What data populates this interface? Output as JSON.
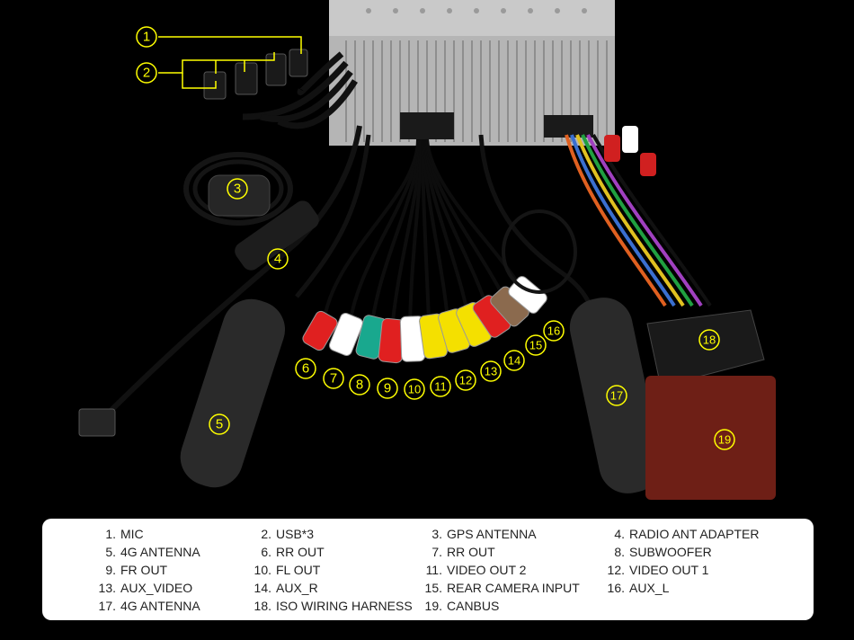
{
  "callouts": [
    "1",
    "2",
    "3",
    "4",
    "5",
    "6",
    "7",
    "8",
    "9",
    "10",
    "11",
    "12",
    "13",
    "14",
    "15",
    "16",
    "17",
    "18",
    "19"
  ],
  "legend": [
    {
      "num": "1.",
      "label": "MIC"
    },
    {
      "num": "2.",
      "label": "USB*3"
    },
    {
      "num": "3.",
      "label": "GPS ANTENNA"
    },
    {
      "num": "4.",
      "label": "RADIO ANT ADAPTER"
    },
    {
      "num": "5.",
      "label": "4G ANTENNA"
    },
    {
      "num": "6.",
      "label": "RR OUT"
    },
    {
      "num": "7.",
      "label": "RR OUT"
    },
    {
      "num": "8.",
      "label": "SUBWOOFER"
    },
    {
      "num": "9.",
      "label": "FR OUT"
    },
    {
      "num": "10.",
      "label": "FL OUT"
    },
    {
      "num": "11.",
      "label": "VIDEO OUT 2"
    },
    {
      "num": "12.",
      "label": "VIDEO OUT 1"
    },
    {
      "num": "13.",
      "label": "AUX_VIDEO"
    },
    {
      "num": "14.",
      "label": "AUX_R"
    },
    {
      "num": "15.",
      "label": "REAR CAMERA INPUT"
    },
    {
      "num": "16.",
      "label": "AUX_L"
    },
    {
      "num": "17.",
      "label": "4G ANTENNA"
    },
    {
      "num": "18.",
      "label": "ISO WIRING HARNESS"
    },
    {
      "num": "19.",
      "label": "CANBUS"
    }
  ],
  "colors": {
    "callout": "#ffff00",
    "background": "#000000",
    "legend_bg": "#ffffff",
    "rca": [
      "#e02020",
      "#ffffff",
      "#19a88e",
      "#e02020",
      "#ffffff",
      "#f4e000",
      "#f4e000",
      "#f4e000",
      "#e02020",
      "#8b6a4e",
      "#ffffff"
    ]
  }
}
